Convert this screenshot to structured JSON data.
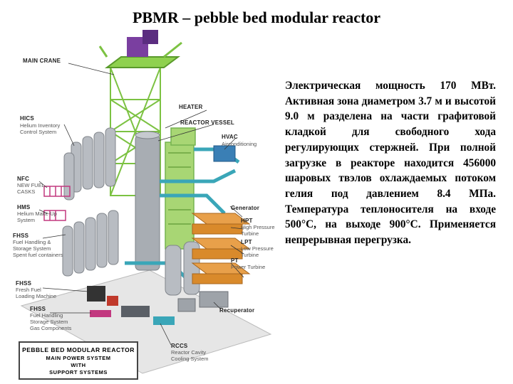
{
  "title": "PBMR – pebble bed modular reactor",
  "description": "Электрическая мощность 170 МВт. Активная зона диаметром 3.7 м и высотой 9.0 м разделена на части графитовой кладкой для свободного хода регулирующих стержней. При полной загрузке в реакторе находится 456000 шаровых твэлов охлаждаемых потоком гелия под давлением 8.4 МПа. Температура теплоносителя на входе 500°С, на выходе 900°С. Применяется непрерывная перегрузка.",
  "labels": {
    "main_crane": "MAIN CRANE",
    "heater": "HEATER",
    "reactor_vessel": "REACTOR VESSEL",
    "hics": "HICS",
    "hics_sub": "Helium Inventory\nControl System",
    "hvac": "HVAC",
    "hvac_sub": "Airconditioning",
    "nfc": "NFC",
    "nfc_sub": "NEW FUEL\nCASKS",
    "hms": "HMS",
    "hms_sub": "Helium Make-Up\nSystem",
    "generator": "Generator",
    "hpt": "HPT",
    "hpt_sub": "High Pressure\nTurbine",
    "lpt": "LPT",
    "lpt_sub": "Low Pressure\nTurbine",
    "pt": "PT",
    "pt_sub": "Power Turbine",
    "fhss1": "FHSS",
    "fhss1_sub": "Fuel Handling &\nStorage System\nSpent fuel containers",
    "fhss2": "FHSS",
    "fhss2_sub": "Fresh Fuel\nLoading Machine",
    "fhss3": "FHSS",
    "fhss3_sub": "Fuel Handling\nStorage System\nGas Components",
    "recuperator": "Recuperator",
    "rccs": "RCCS",
    "rccs_sub": "Reactor Cavity\nCooling System"
  },
  "legend": {
    "line1": "PEBBLE BED MODULAR REACTOR",
    "line2": "MAIN POWER SYSTEM",
    "line3": "WITH",
    "line4": "SUPPORT SYSTEMS"
  },
  "colors": {
    "frame": "#7cc242",
    "tank": "#b8bcc2",
    "pipe": "#3aa6b8",
    "turbine": "#d98a2b",
    "magenta": "#c2387f",
    "dark": "#333333",
    "red": "#c0392b"
  }
}
